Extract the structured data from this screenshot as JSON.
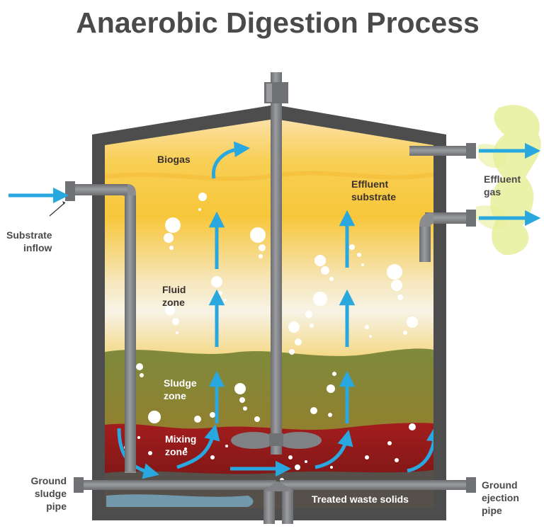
{
  "title": "Anaerobic Digestion Process",
  "labels": {
    "biogas": "Biogas",
    "effluent_substrate": [
      "Effluent",
      "substrate"
    ],
    "effluent_gas": [
      "Effluent",
      "gas"
    ],
    "fluid_zone": [
      "Fluid",
      "zone"
    ],
    "sludge_zone": [
      "Sludge",
      "zone"
    ],
    "mixing_zone": [
      "Mixing",
      "zone"
    ],
    "substrate_inflow": [
      "Substrate",
      "inflow"
    ],
    "ground_sludge_pipe": [
      "Ground",
      "sludge",
      "pipe"
    ],
    "ground_ejection_pipe": [
      "Ground",
      "ejection",
      "pipe"
    ],
    "treated_waste_solids": "Treated waste solids"
  },
  "colors": {
    "arrow": "#29a8e0",
    "pipe": "#808285",
    "pipe_dark": "#5e6063",
    "tank_wall": "#4d4d4d",
    "biogas_yellow": "#f7c63a",
    "sludge_green": "#7e8a3c",
    "mixing_red": "#8b1a1a",
    "effluent_gas": "#e6ee9a"
  }
}
